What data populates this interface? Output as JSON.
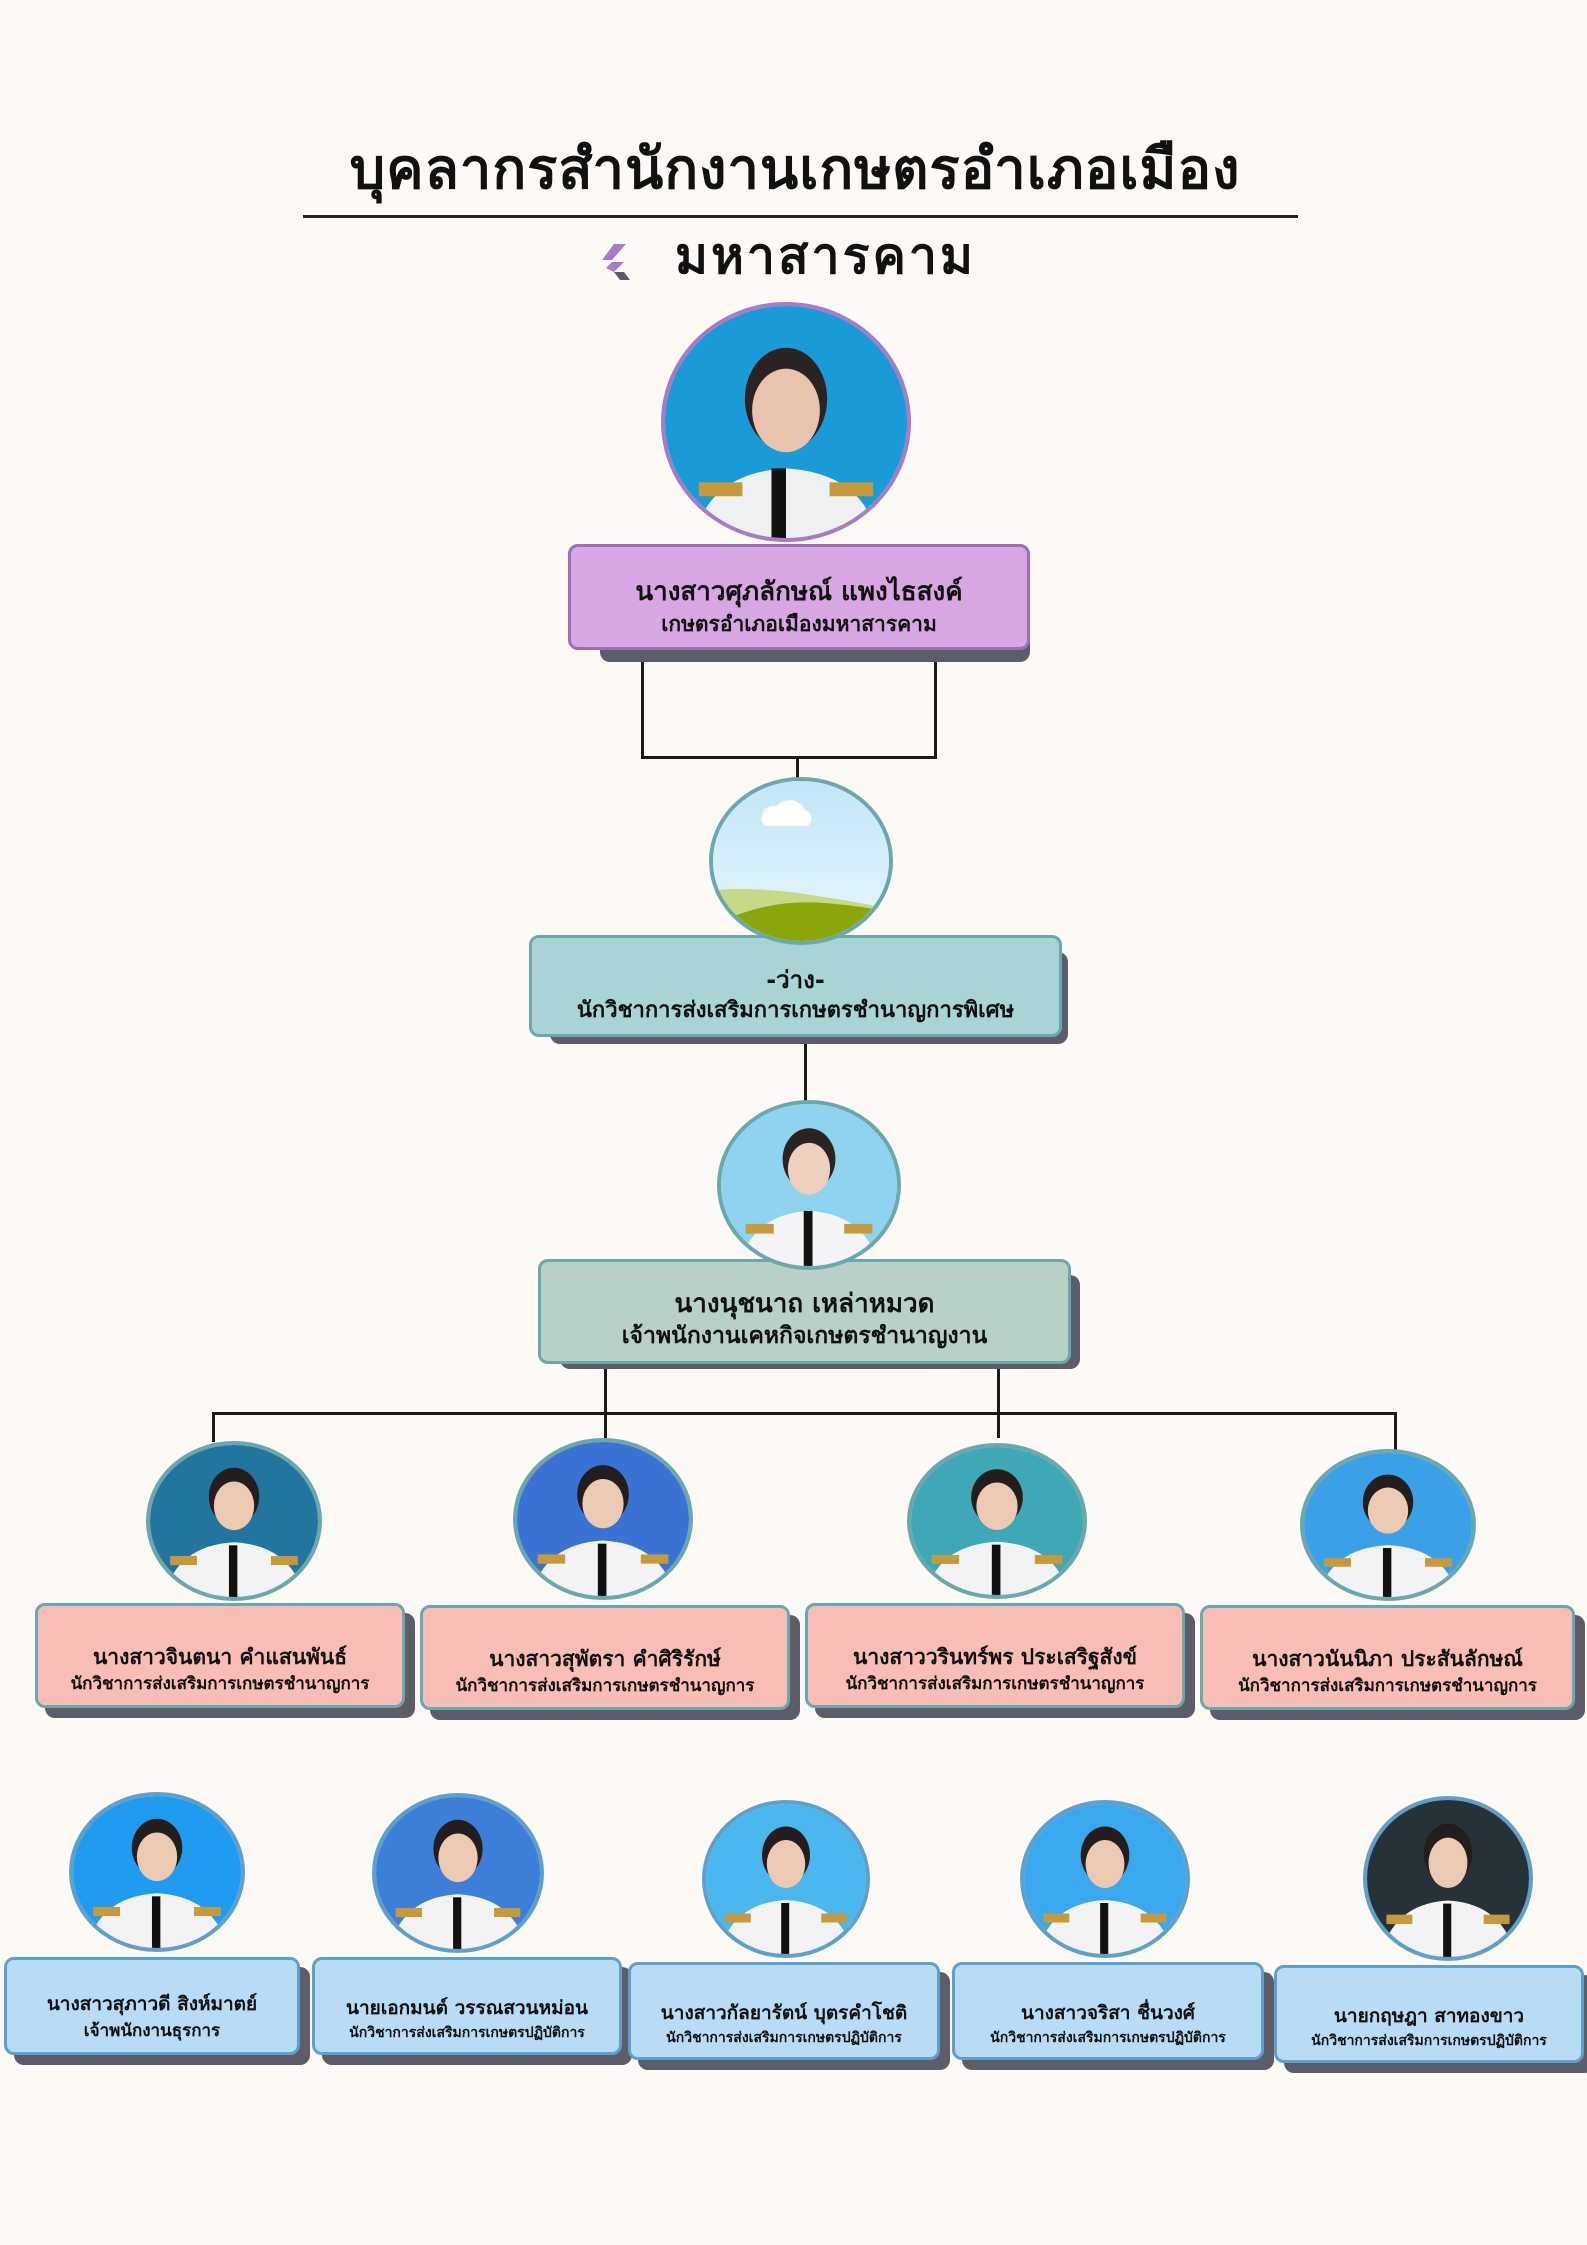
{
  "header": {
    "title": "บุคลากรสำนักงานเกษตรอำเภอเมือง",
    "subtitle": "มหาสารคาม",
    "logo_icon": "chevron-logo-icon"
  },
  "colors": {
    "background": "#fdf9f5",
    "chief_card": "#d7a6e3",
    "vacant_card": "#a9d4d6",
    "supervisor_card": "#b8d0c8",
    "specialist_card": "#f7bdb6",
    "staff_card": "#b8dcf5",
    "shadow": "#5d5d6a"
  },
  "chief": {
    "name": "นางสาวศุภลักษณ์  แพงไธสงค์",
    "position": "เกษตรอำเภอเมืองมหาสารคาม",
    "photo_icon": "portrait-photo"
  },
  "vacant": {
    "name": "-ว่าง-",
    "position": "นักวิชาการส่งเสริมการเกษตรชำนาญการพิเศษ",
    "photo_icon": "placeholder-landscape-icon"
  },
  "supervisor": {
    "name": "นางนุชนาถ  เหล่าหมวด",
    "position": "เจ้าพนักงานเคหกิจเกษตรชำนาญงาน",
    "photo_icon": "portrait-photo"
  },
  "specialists": [
    {
      "name": "นางสาวจินตนา  คำแสนพันธ์",
      "position": "นักวิชาการส่งเสริมการเกษตรชำนาญการ"
    },
    {
      "name": "นางสาวสุพัตรา  คำศิริรักษ์",
      "position": "นักวิชาการส่งเสริมการเกษตรชำนาญการ"
    },
    {
      "name": "นางสาววรินทร์พร  ประเสริฐสังข์",
      "position": "นักวิชาการส่งเสริมการเกษตรชำนาญการ"
    },
    {
      "name": "นางสาวนันนิภา  ประสันลักษณ์",
      "position": "นักวิชาการส่งเสริมการเกษตรชำนาญการ"
    }
  ],
  "staff": [
    {
      "name": "นางสาวสุภาวดี สิงห์มาตย์",
      "position": "เจ้าพนักงานธุรการ"
    },
    {
      "name": "นายเอกมนต์  วรรณสวนหม่อน",
      "position": "นักวิชาการส่งเสริมการเกษตรปฏิบัติการ"
    },
    {
      "name": "นางสาวกัลยารัตน์  บุตรคำโชติ",
      "position": "นักวิชาการส่งเสริมการเกษตรปฏิบัติการ"
    },
    {
      "name": "นางสาวจริสา  ชื่นวงศ์",
      "position": "นักวิชาการส่งเสริมการเกษตรปฏิบัติการ"
    },
    {
      "name": "นายกฤษฎา  สาทองขาว",
      "position": "นักวิชาการส่งเสริมการเกษตรปฏิบัติการ"
    }
  ]
}
